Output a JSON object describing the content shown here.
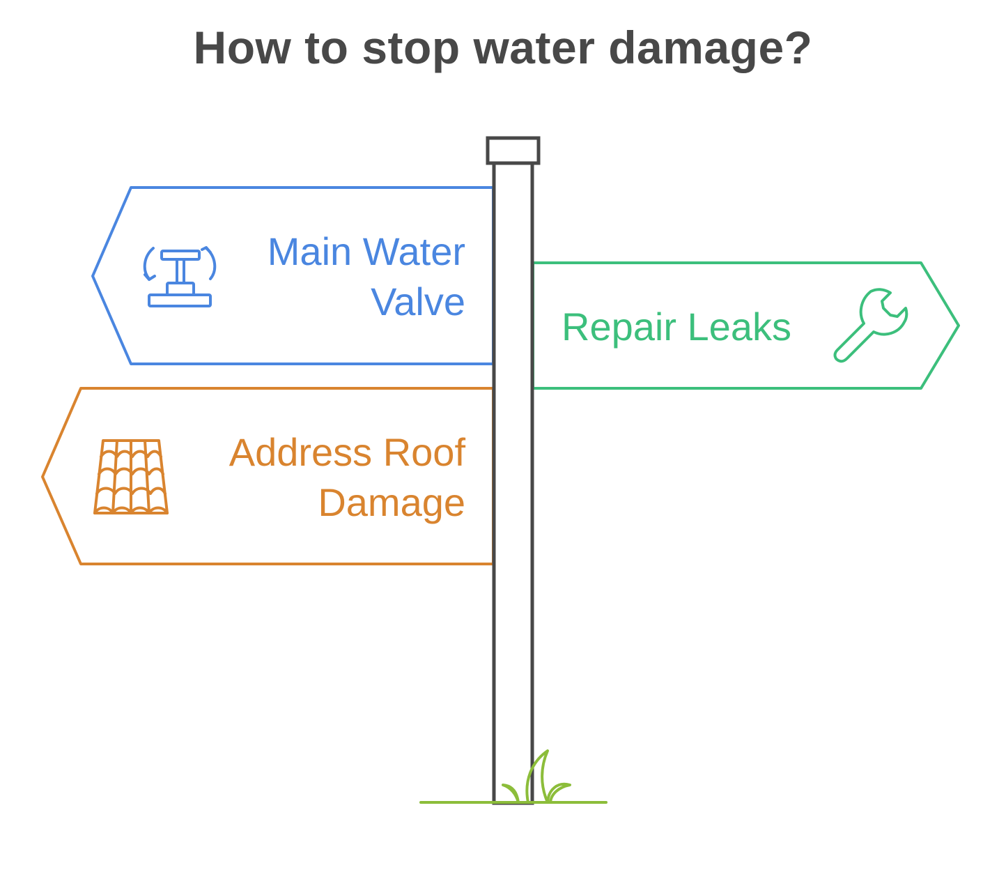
{
  "title": "How to stop water damage?",
  "colors": {
    "title": "#484848",
    "post": "#484848",
    "valve": "#4a86e0",
    "leaks": "#3cbf7c",
    "roof": "#d9842f",
    "grass": "#8cbd3a"
  },
  "signs": [
    {
      "id": "valve",
      "direction": "left",
      "label_lines": [
        "Main Water",
        "Valve"
      ],
      "icon": "valve-icon"
    },
    {
      "id": "leaks",
      "direction": "right",
      "label_lines": [
        "Repair Leaks"
      ],
      "icon": "wrench-icon"
    },
    {
      "id": "roof",
      "direction": "left",
      "label_lines": [
        "Address Roof",
        "Damage"
      ],
      "icon": "roof-tiles-icon"
    }
  ]
}
